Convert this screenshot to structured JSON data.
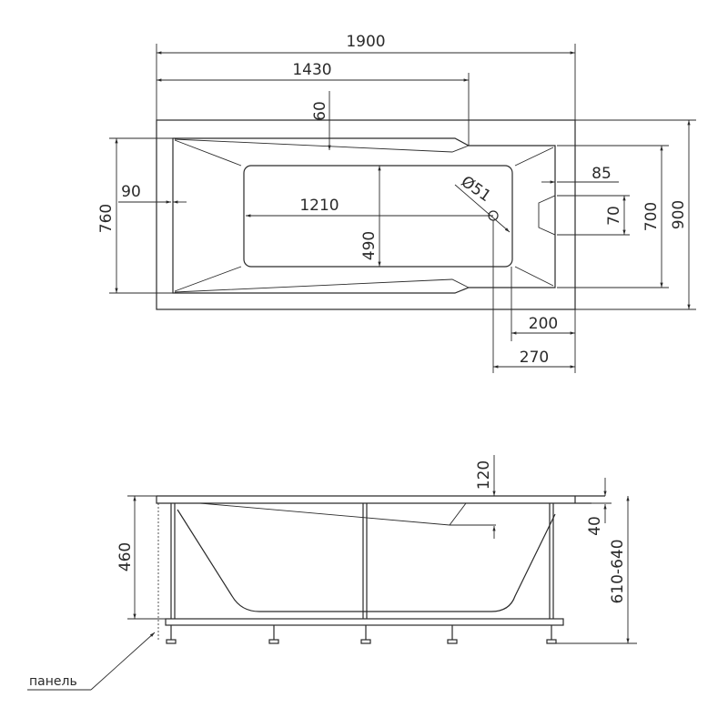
{
  "top_view": {
    "dims": {
      "length": "1900",
      "length_to_step": "1430",
      "rim_offset": "60",
      "width_left": "760",
      "rim_left": "90",
      "bottom_length": "1210",
      "bottom_width": "490",
      "drain_diameter": "Ø51",
      "headrest_offset": "85",
      "headrest_width": "70",
      "width_right": "700",
      "total_width": "900",
      "drain_to_end_inner": "200",
      "drain_to_end": "270"
    }
  },
  "side_view": {
    "dims": {
      "height_inner": "460",
      "step_depth": "120",
      "rim_height": "40",
      "total_height": "610-640"
    },
    "panel_label": "панель"
  },
  "colors": {
    "line": "#2a2a2a",
    "background": "#ffffff"
  }
}
